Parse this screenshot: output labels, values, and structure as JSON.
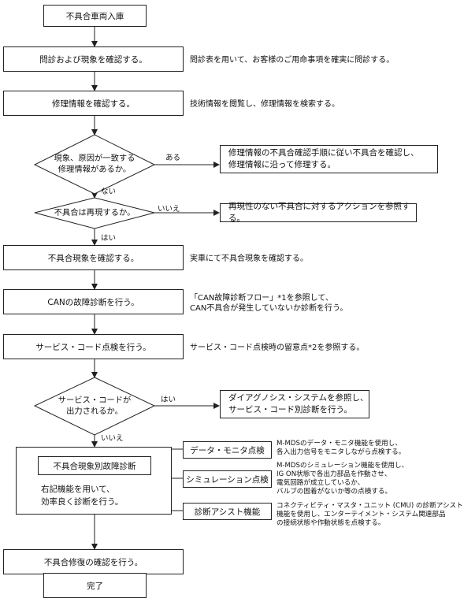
{
  "steps": {
    "start": "不具合車両入庫",
    "s1": "問診および現象を確認する。",
    "s1_note": "問診表を用いて、お客様のご用命事項を確実に問診する。",
    "s2": "修理情報を確認する。",
    "s2_note": "技術情報を閲覧し、修理情報を検索する。",
    "d1_line1": "現象、原因が一致する",
    "d1_line2": "修理情報があるか。",
    "d1_yes": "ある",
    "d1_no": "ない",
    "d1_result_line1": "修理情報の不具合確認手順に従い不具合を確認し、",
    "d1_result_line2": "修理情報に沿って修理する。",
    "d2": "不具合は再現するか。",
    "d2_no": "いいえ",
    "d2_yes": "はい",
    "d2_result": "再現性のない不具合に対するアクションを参照する。",
    "s3": "不具合現象を確認する。",
    "s3_note": "実車にて不具合現象を確認する。",
    "s4": "CANの故障診断を行う。",
    "s4_note_line1": "「CAN故障診断フロー」*1を参照して、",
    "s4_note_line2": "CAN不具合が発生していないか診断を行う。",
    "s5": "サービス・コード点検を行う。",
    "s5_note": "サービス・コード点検時の留意点*2を参照する。",
    "d3_line1": "サービス・コードが",
    "d3_line2": "出力されるか。",
    "d3_yes": "はい",
    "d3_no": "いいえ",
    "d3_result_line1": "ダイアグノシス・システムを参照し、",
    "d3_result_line2": "サービス・コード別診断を行う。",
    "diag_inner": "不具合現象別故障診断",
    "diag_text_line1": "右記機能を用いて、",
    "diag_text_line2": "効率良く診断を行う。",
    "f1": "データ・モニタ点検",
    "f1_note_line1": "M-MDSのデータ・モニタ機能を使用し、",
    "f1_note_line2": "各入出力信号をモニタしながら点検する。",
    "f2": "シミュレーション点検",
    "f2_note_line1": "M-MDSのシミュレーション機能を使用し、",
    "f2_note_line2": "IG ON状態で各出力部品を作動させ、",
    "f2_note_line3": "電気回路が成立しているか、",
    "f2_note_line4": "バルブの固着がないか等の点検する。",
    "f3": "診断アシスト機能",
    "f3_note_line1": "コネクティビティ・マスタ・ユニット (CMU) の診断アシスト",
    "f3_note_line2": "機能を使用し、エンターテイメント・システム関連部品",
    "f3_note_line3": "の接続状態や作動状態を点検する。",
    "s6": "不具合修復の確認を行う。",
    "end": "完了"
  }
}
